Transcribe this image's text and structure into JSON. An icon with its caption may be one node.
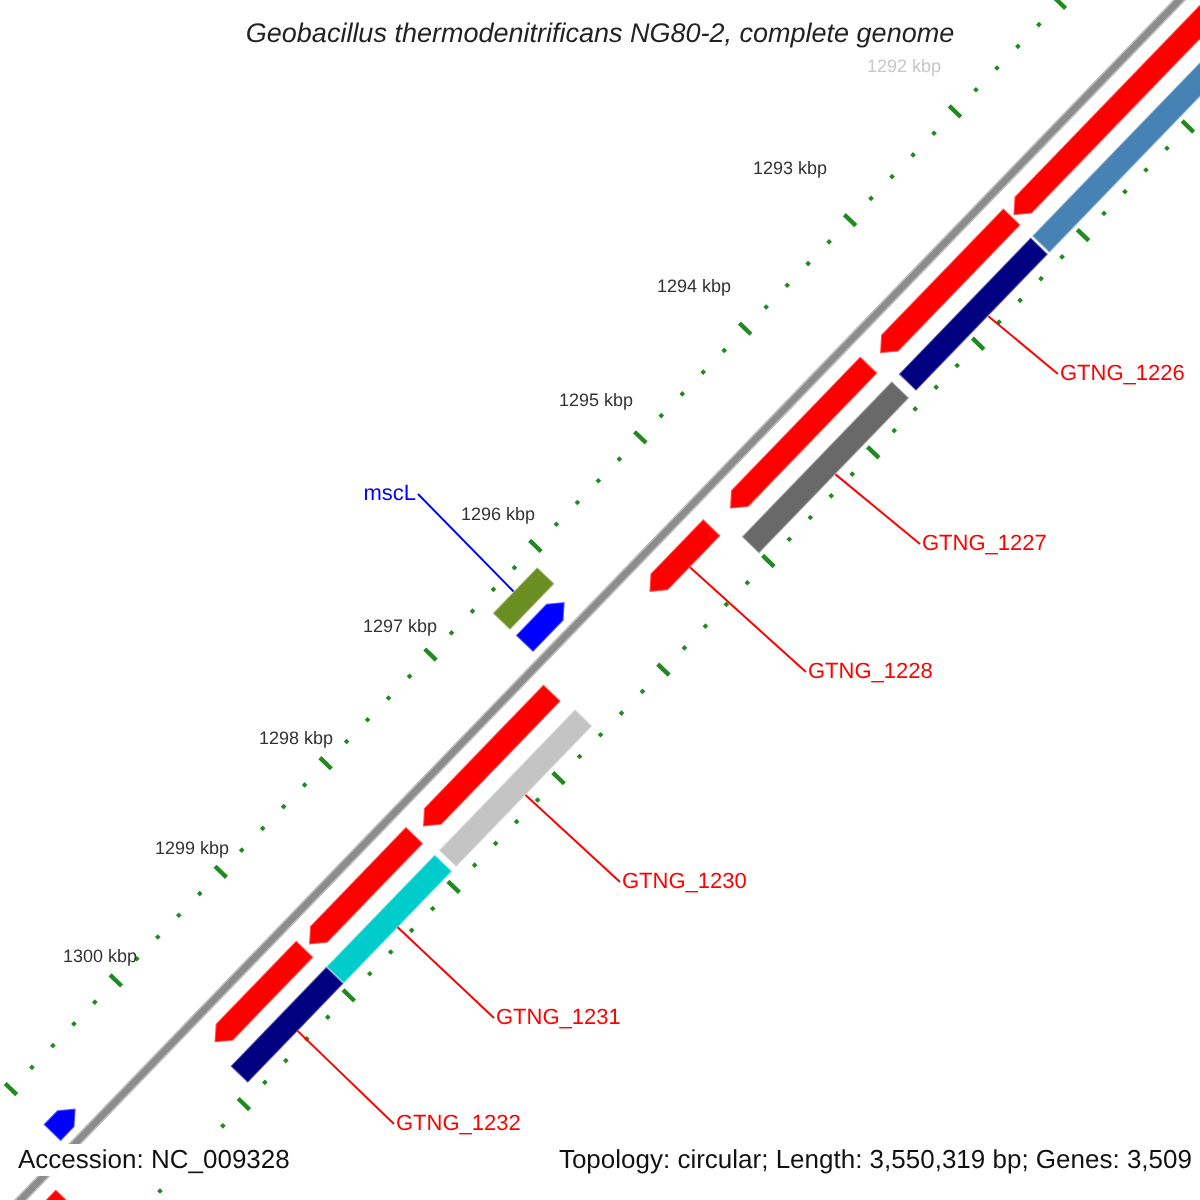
{
  "diagram": {
    "title": "Geobacillus thermodenitrificans NG80-2, complete genome",
    "nodes": [
      {
        "text": [
          "mscL"
        ]
      },
      {
        "text": [
          "GTNG_1226"
        ]
      },
      {
        "text": [
          "GTNG_1227"
        ]
      },
      {
        "text": [
          "GTNG_1228"
        ]
      },
      {
        "text": [
          "GTNG_1230"
        ]
      },
      {
        "text": [
          "GTNG_1231"
        ]
      },
      {
        "text": [
          "GTNG_1232"
        ]
      },
      {
        "text": [],
        "shape": "bar"
      },
      {
        "text": [],
        "shape": "bar"
      },
      {
        "text": [],
        "shape": "bar"
      },
      {
        "text": [],
        "shape": "bar"
      },
      {
        "text": [],
        "shape": "bar"
      },
      {
        "text": [],
        "shape": "bar"
      },
      {
        "text": [],
        "shape": "bar"
      },
      {
        "text": [],
        "shape": "bar"
      },
      {
        "text": [],
        "shape": "bar"
      },
      {
        "text": [],
        "shape": "bar"
      },
      {
        "text": [],
        "shape": "bar"
      },
      {
        "text": [],
        "shape": "bar"
      },
      {
        "text": [],
        "shape": "bar"
      },
      {
        "text": [],
        "shape": "bar"
      },
      {
        "text": [],
        "shape": "bar"
      },
      {
        "text": [],
        "shape": "bar"
      },
      {
        "text": [],
        "shape": "bar"
      }
    ],
    "edges": [
      {
        "from": 0,
        "to": 7,
        "arrow": "none",
        "color": "#0000ff"
      },
      {
        "from": 1,
        "to": 8,
        "arrow": "none"
      },
      {
        "from": 2,
        "to": 9,
        "arrow": "none"
      },
      {
        "from": 3,
        "to": 10,
        "arrow": "none"
      },
      {
        "from": 4,
        "to": 11,
        "arrow": "none"
      },
      {
        "from": 5,
        "to": 12,
        "arrow": "none"
      },
      {
        "from": 6,
        "to": 13,
        "arrow": "none"
      }
    ],
    "labels": [
      "1292 kbp",
      "1293 kbp",
      "1294 kbp",
      "1295 kbp",
      "1296 kbp",
      "1297 kbp",
      "1298 kbp",
      "1299 kbp",
      "1300 kbp",
      "Accession: NC_009328",
      "Topology: circular; Length: 3,550,319 bp; Genes: 3,509"
    ]
  }
}
